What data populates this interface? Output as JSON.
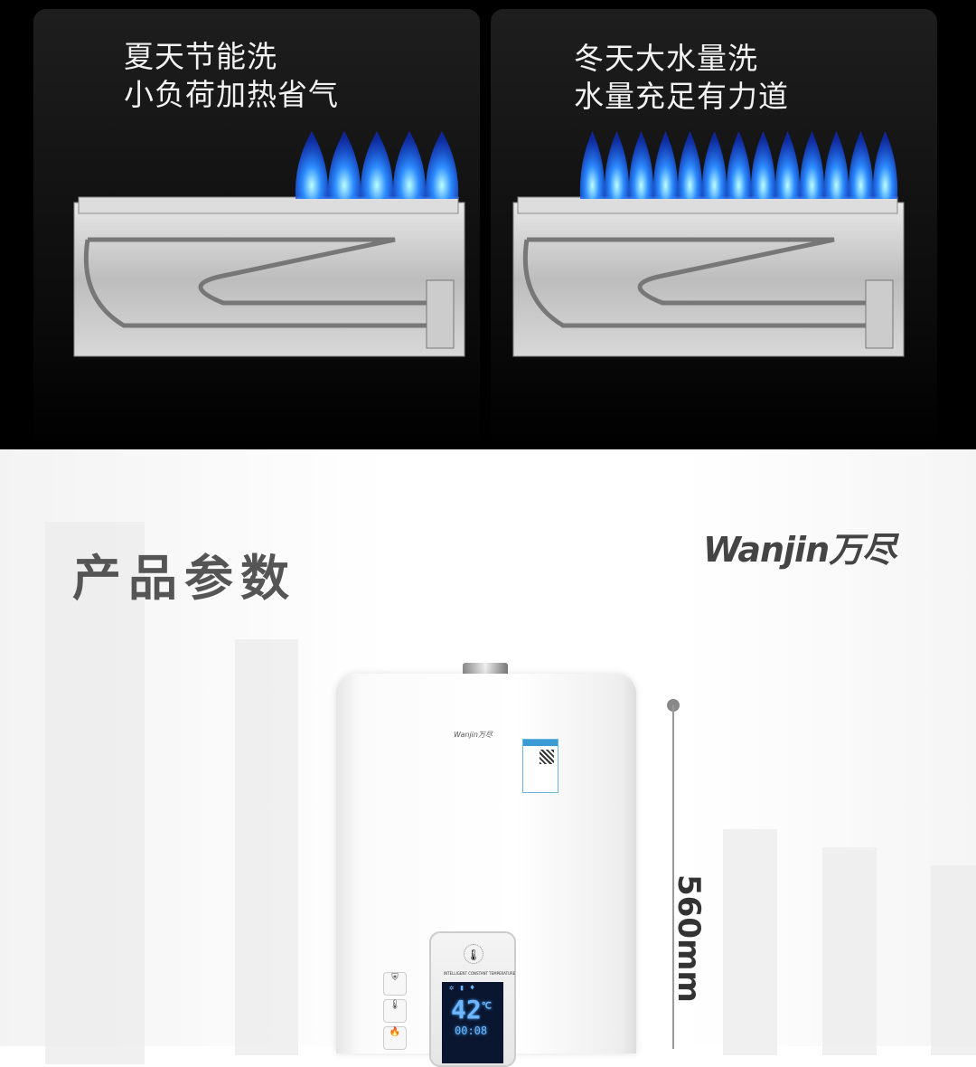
{
  "panels": [
    {
      "line1": "夏天节能洗",
      "line2": "小负荷加热省气",
      "flames": 5
    },
    {
      "line1": "冬天大水量洗",
      "line2": "水量充足有力道",
      "flames": 13
    }
  ],
  "product": {
    "title": "产品参数",
    "brand": "Wanjin万尽",
    "heater_brand": "Wanjin万尽",
    "panel_caption": "INTELLIGENT CONSTANT TEMPERATURE",
    "temperature": "42",
    "temp_unit": "℃",
    "time": "00:08",
    "height": "560mm"
  },
  "colors": {
    "flame": "#1e6bff",
    "background_dark": "#000000",
    "title": "#555555"
  }
}
